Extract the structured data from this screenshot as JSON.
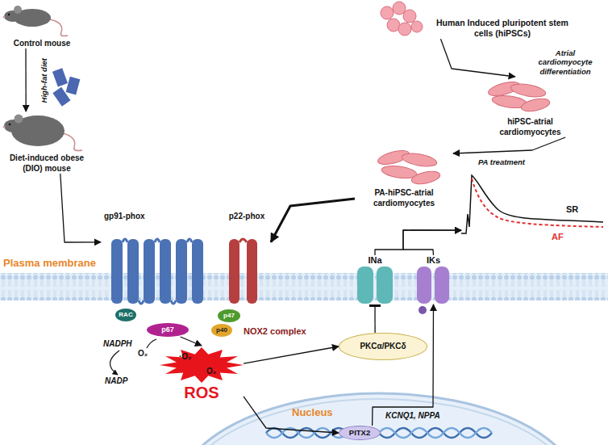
{
  "diagram": {
    "nodes": [
      {
        "text": [
          "Control mouse"
        ]
      },
      {
        "text": [
          "Diet-induced obese (DIO) mouse"
        ]
      },
      {
        "text": [
          "Human Induced pluripotent stem cells (hiPSCs)"
        ]
      },
      {
        "text": [
          "hiPSC-atrial cardiomyocytes"
        ]
      },
      {
        "text": [
          "PA-hiPSC-atrial cardiomyocytes"
        ]
      },
      {
        "text": [
          "gp91-phox"
        ]
      },
      {
        "text": [
          "p22-phox"
        ]
      },
      {
        "text": [
          "RAC"
        ]
      },
      {
        "text": [
          "p67"
        ]
      },
      {
        "text": [
          "p47"
        ]
      },
      {
        "text": [
          "p40"
        ]
      },
      {
        "text": [
          "·O₂",
          "O₂",
          "ROS"
        ]
      },
      {
        "text": [
          "INa"
        ]
      },
      {
        "text": [
          "IKs"
        ]
      },
      {
        "text": [
          "PKCα/PKCδ"
        ]
      },
      {
        "text": [
          "Nucleus"
        ]
      },
      {
        "text": [
          "PITX2"
        ],
        "in": 15
      },
      {
        "text": [
          "SR",
          "AF"
        ]
      }
    ],
    "edges": [
      {
        "from": 0,
        "to": 1,
        "arrow": "to",
        "label": "High-fat diet"
      },
      {
        "from": 2,
        "to": 3,
        "arrow": "to",
        "label": "Atrial cardiomyocyte differentiation"
      },
      {
        "from": 3,
        "to": 4,
        "arrow": "to",
        "label": "PA treatment"
      },
      {
        "from": 1,
        "to": 5,
        "arrow": "to"
      },
      {
        "from": 4,
        "to": 6,
        "arrow": "to"
      },
      {
        "from": 8,
        "to": 11,
        "arrow": "to"
      },
      {
        "from": 11,
        "to": 14,
        "arrow": "to"
      },
      {
        "from": 11,
        "to": 16,
        "arrow": "to"
      },
      {
        "from": 14,
        "to": 12,
        "arrow": "to"
      },
      {
        "from": 16,
        "to": 13,
        "arrow": "to"
      },
      {
        "from": 12,
        "to": 17,
        "arrow": "to"
      },
      {
        "from": 13,
        "to": 17,
        "arrow": "to"
      }
    ],
    "labels": [
      "NADPH",
      "NADP",
      "O₂",
      "Plasma membrane",
      "NOX2 complex",
      "KCNQ1, NPPA"
    ]
  }
}
